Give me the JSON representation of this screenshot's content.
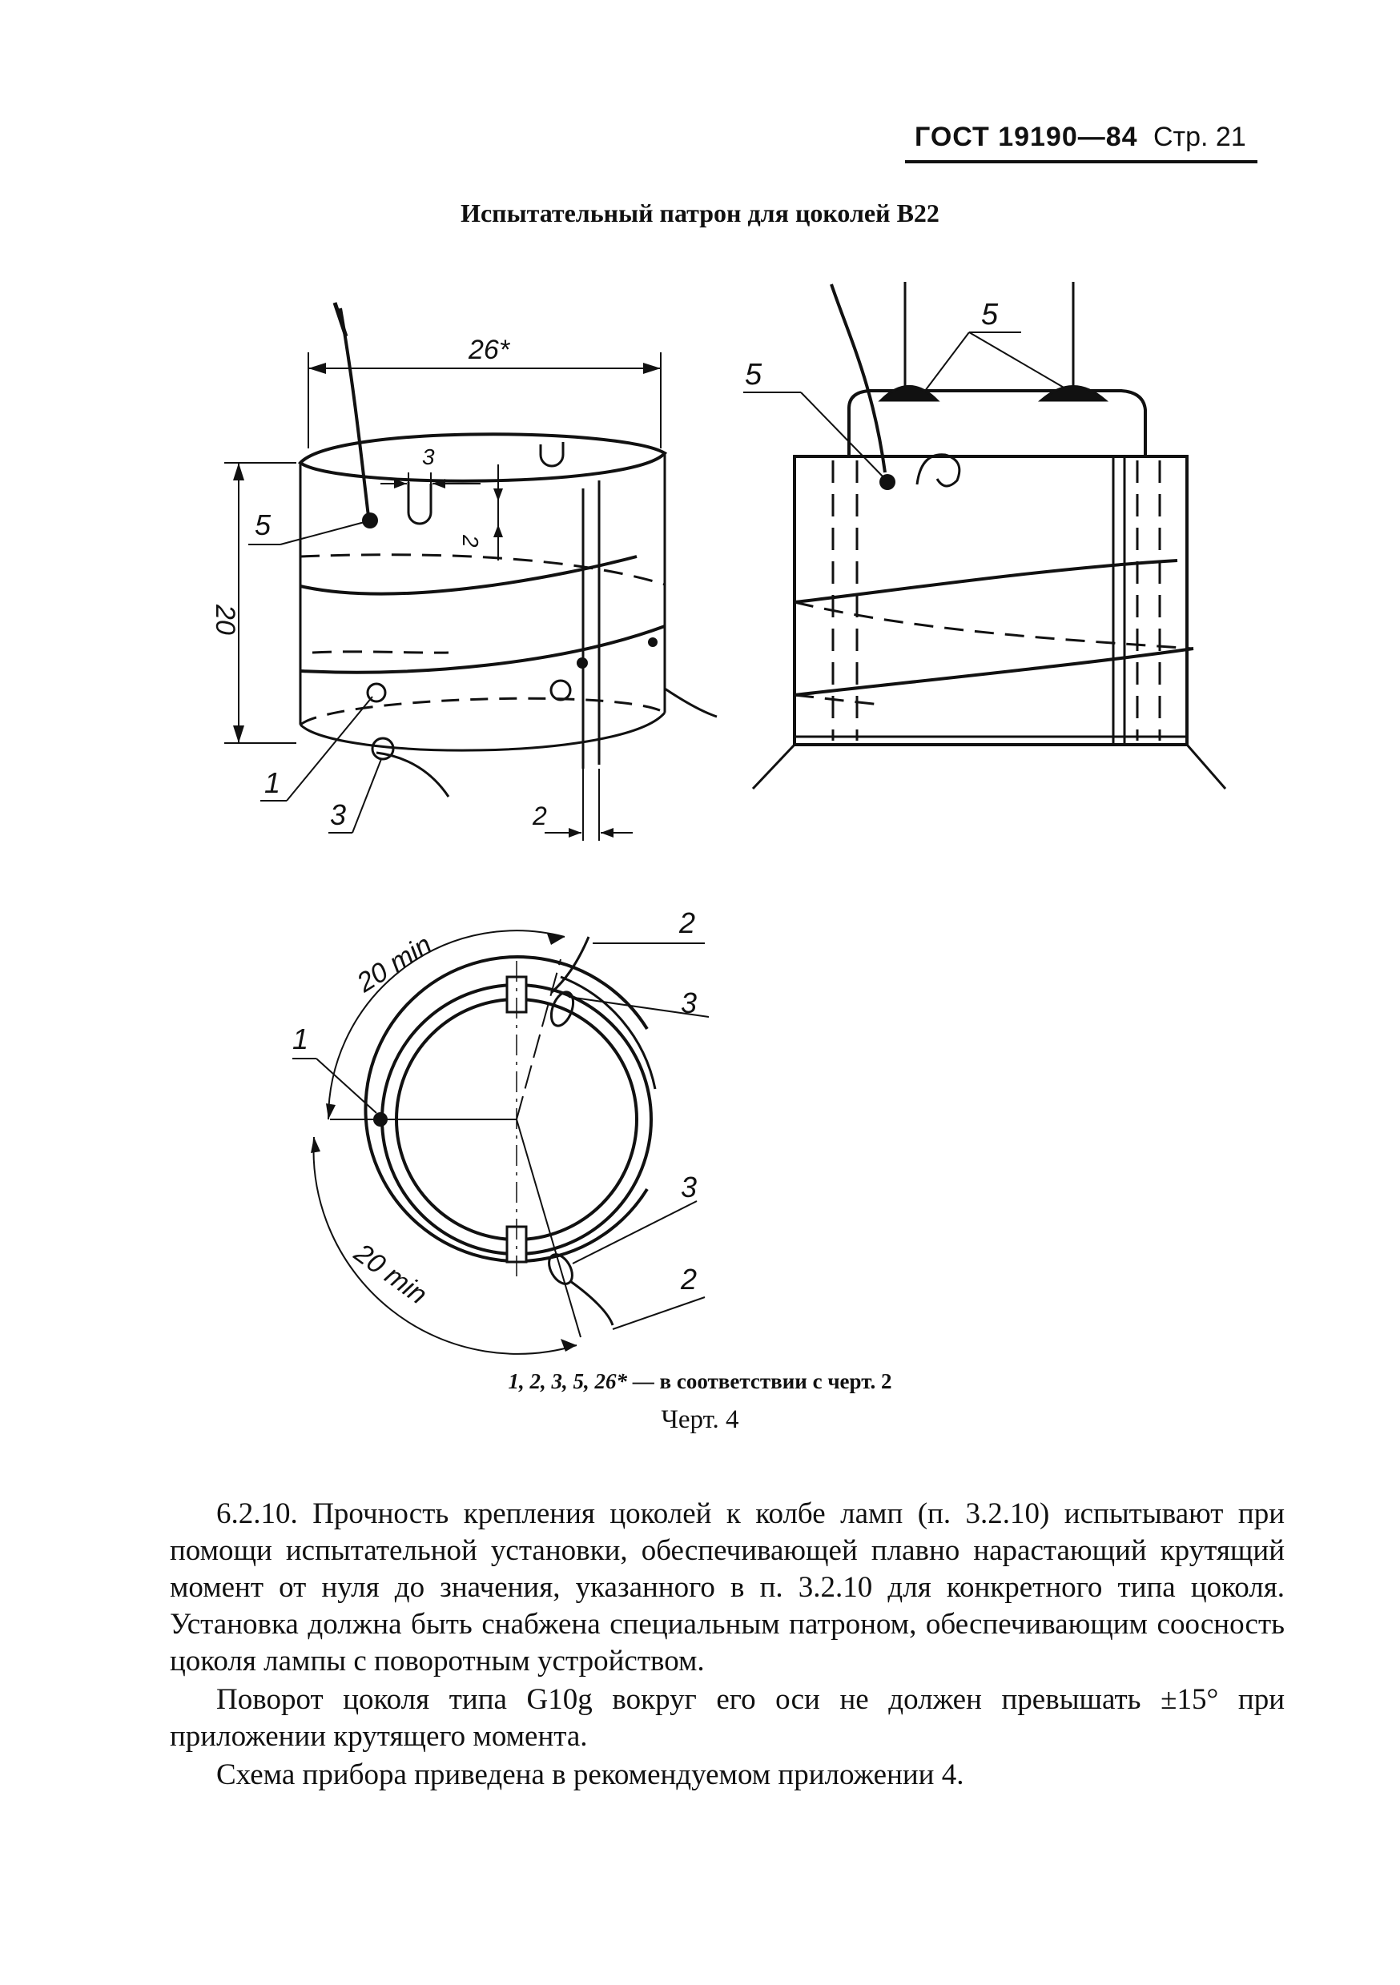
{
  "header": {
    "standard_code": "ГОСТ 19190—84",
    "page_label": "Стр. 21"
  },
  "figure": {
    "title": "Испытательный патрон для цоколей B22",
    "dimensions": {
      "width_26": "26*",
      "height_20": "20",
      "gap_2_side": "2",
      "slot_3": "3",
      "slot_2": "2",
      "arc_top": "20 min",
      "arc_bottom": "20 min"
    },
    "callouts": {
      "c1_left": "1",
      "c3_left": "3",
      "c5_left": "5",
      "c5_right_a": "5",
      "c5_right_b": "5",
      "c1_plan": "1",
      "c2_plan_top": "2",
      "c3_plan_top": "3",
      "c3_plan_bottom": "3",
      "c2_plan_bottom": "2"
    },
    "legend_numbers": "1, 2, 3, 5, 26*",
    "legend_text": "— в соответствии с черт. 2",
    "caption": "Черт. 4"
  },
  "body": {
    "paragraphs": [
      "6.2.10. Прочность крепления цоколей к колбе ламп (п. 3.2.10) испытывают при помощи испытательной установки, обеспечивающей плавно нарастающий крутящий момент от нуля до значения, указанного в п. 3.2.10 для конкретного типа цоколя. Установка должна быть снабжена специальным патроном, обеспечивающим соосность цоколя лампы с поворотным устройством.",
      "Поворот цоколя типа G10g вокруг его оси не должен превышать ±15° при приложении крутящего момента.",
      "Схема прибора приведена в рекомендуемом приложении 4."
    ]
  }
}
